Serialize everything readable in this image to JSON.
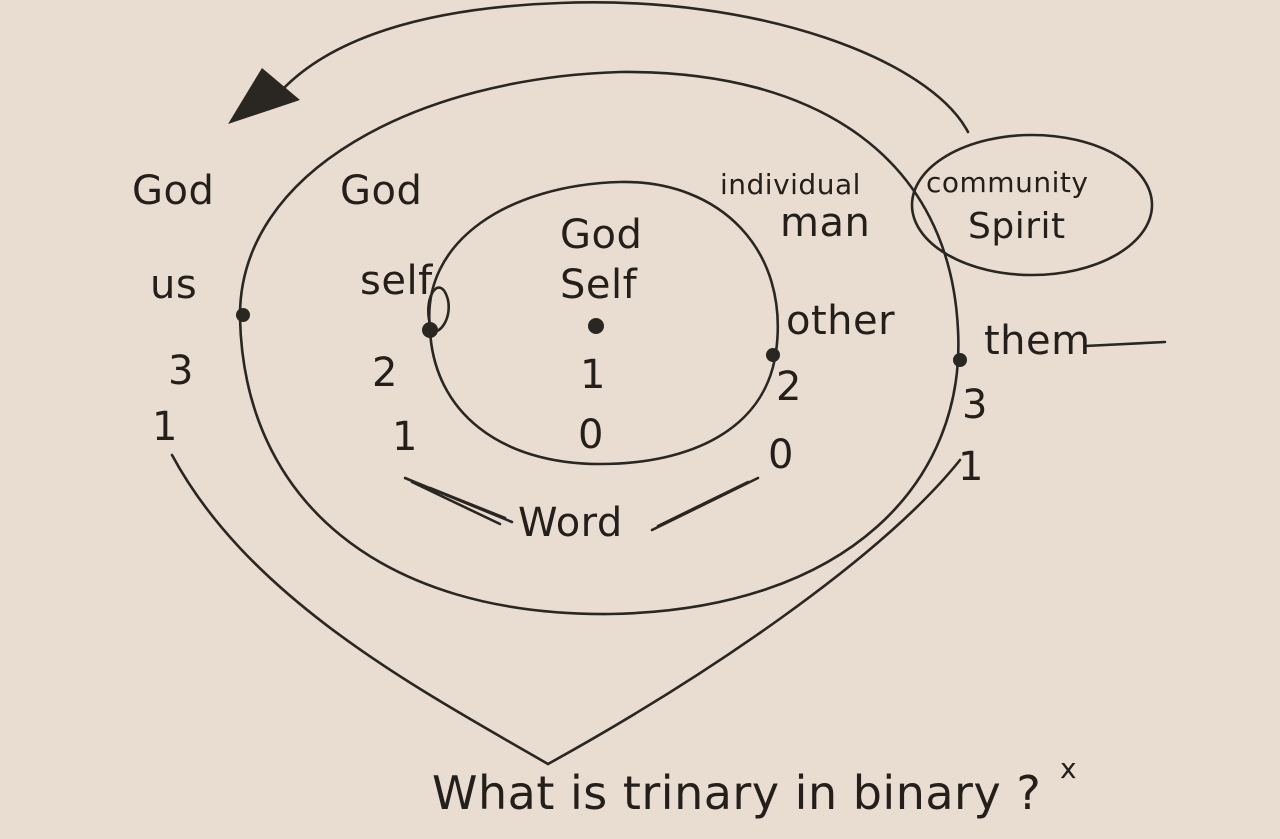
{
  "labels": {
    "god_outer": "God",
    "us": "us",
    "outer_left_num_top": "3",
    "outer_left_num_bottom": "1",
    "god_middle": "God",
    "self_middle": "self",
    "middle_left_num_top": "2",
    "middle_left_num_bottom": "1",
    "god_center": "God",
    "self_center": "Self",
    "center_num_one": "1",
    "center_num_zero": "0",
    "individual": "individual",
    "man": "man",
    "other": "other",
    "middle_right_num_top": "2",
    "middle_right_num_bottom": "0",
    "community": "community",
    "spirit": "Spirit",
    "them": "them",
    "outer_right_num_top": "3",
    "outer_right_num_bottom": "1",
    "word": "Word",
    "question": "What is trinary in binary ?",
    "question_mark_x": "x"
  }
}
